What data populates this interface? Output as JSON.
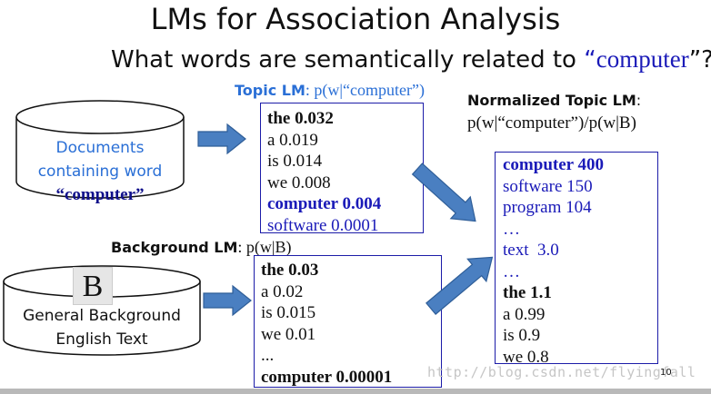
{
  "slide": {
    "title": "LMs for Association Analysis",
    "subtitle_prefix": "What words are semantically related to ",
    "subtitle_quote_open": "“",
    "subtitle_term": "computer",
    "subtitle_quote_close": "”?",
    "page_number": "10",
    "watermark": "http://blog.csdn.net/flyingfall"
  },
  "documents": {
    "line1": "Documents",
    "line2": "containing word",
    "line3": "“computer”"
  },
  "background_source": {
    "letter": "B",
    "line1": "General Background",
    "line2": "English Text"
  },
  "topic_lm": {
    "label_bold": "Topic LM",
    "label_rest": ": p(w|“computer”)",
    "rows": [
      "the 0.032",
      "a 0.019",
      "is 0.014",
      "we 0.008",
      "computer 0.004",
      "software 0.0001"
    ]
  },
  "background_lm": {
    "label_bold": "Background LM",
    "label_rest": ": p(w|B)",
    "rows": [
      "the 0.03",
      "a 0.02",
      "is 0.015",
      "we 0.01",
      "...",
      "computer 0.00001"
    ]
  },
  "normalized_lm": {
    "label_bold": "Normalized Topic LM",
    "label_colon": ":",
    "formula": "p(w|“computer”)/p(w|B)",
    "rows": [
      "computer 400",
      "software 150",
      "program 104",
      "…",
      "text  3.0",
      "…",
      "the 1.1",
      "a 0.99",
      "is 0.9",
      "we 0.8"
    ]
  },
  "colors": {
    "box_border": "#1c1ca8",
    "label_blue": "#2a6fd6",
    "text_blue": "#1a1ab8",
    "arrow_fill": "#4a7fc1",
    "arrow_stroke": "#2f5e98"
  }
}
